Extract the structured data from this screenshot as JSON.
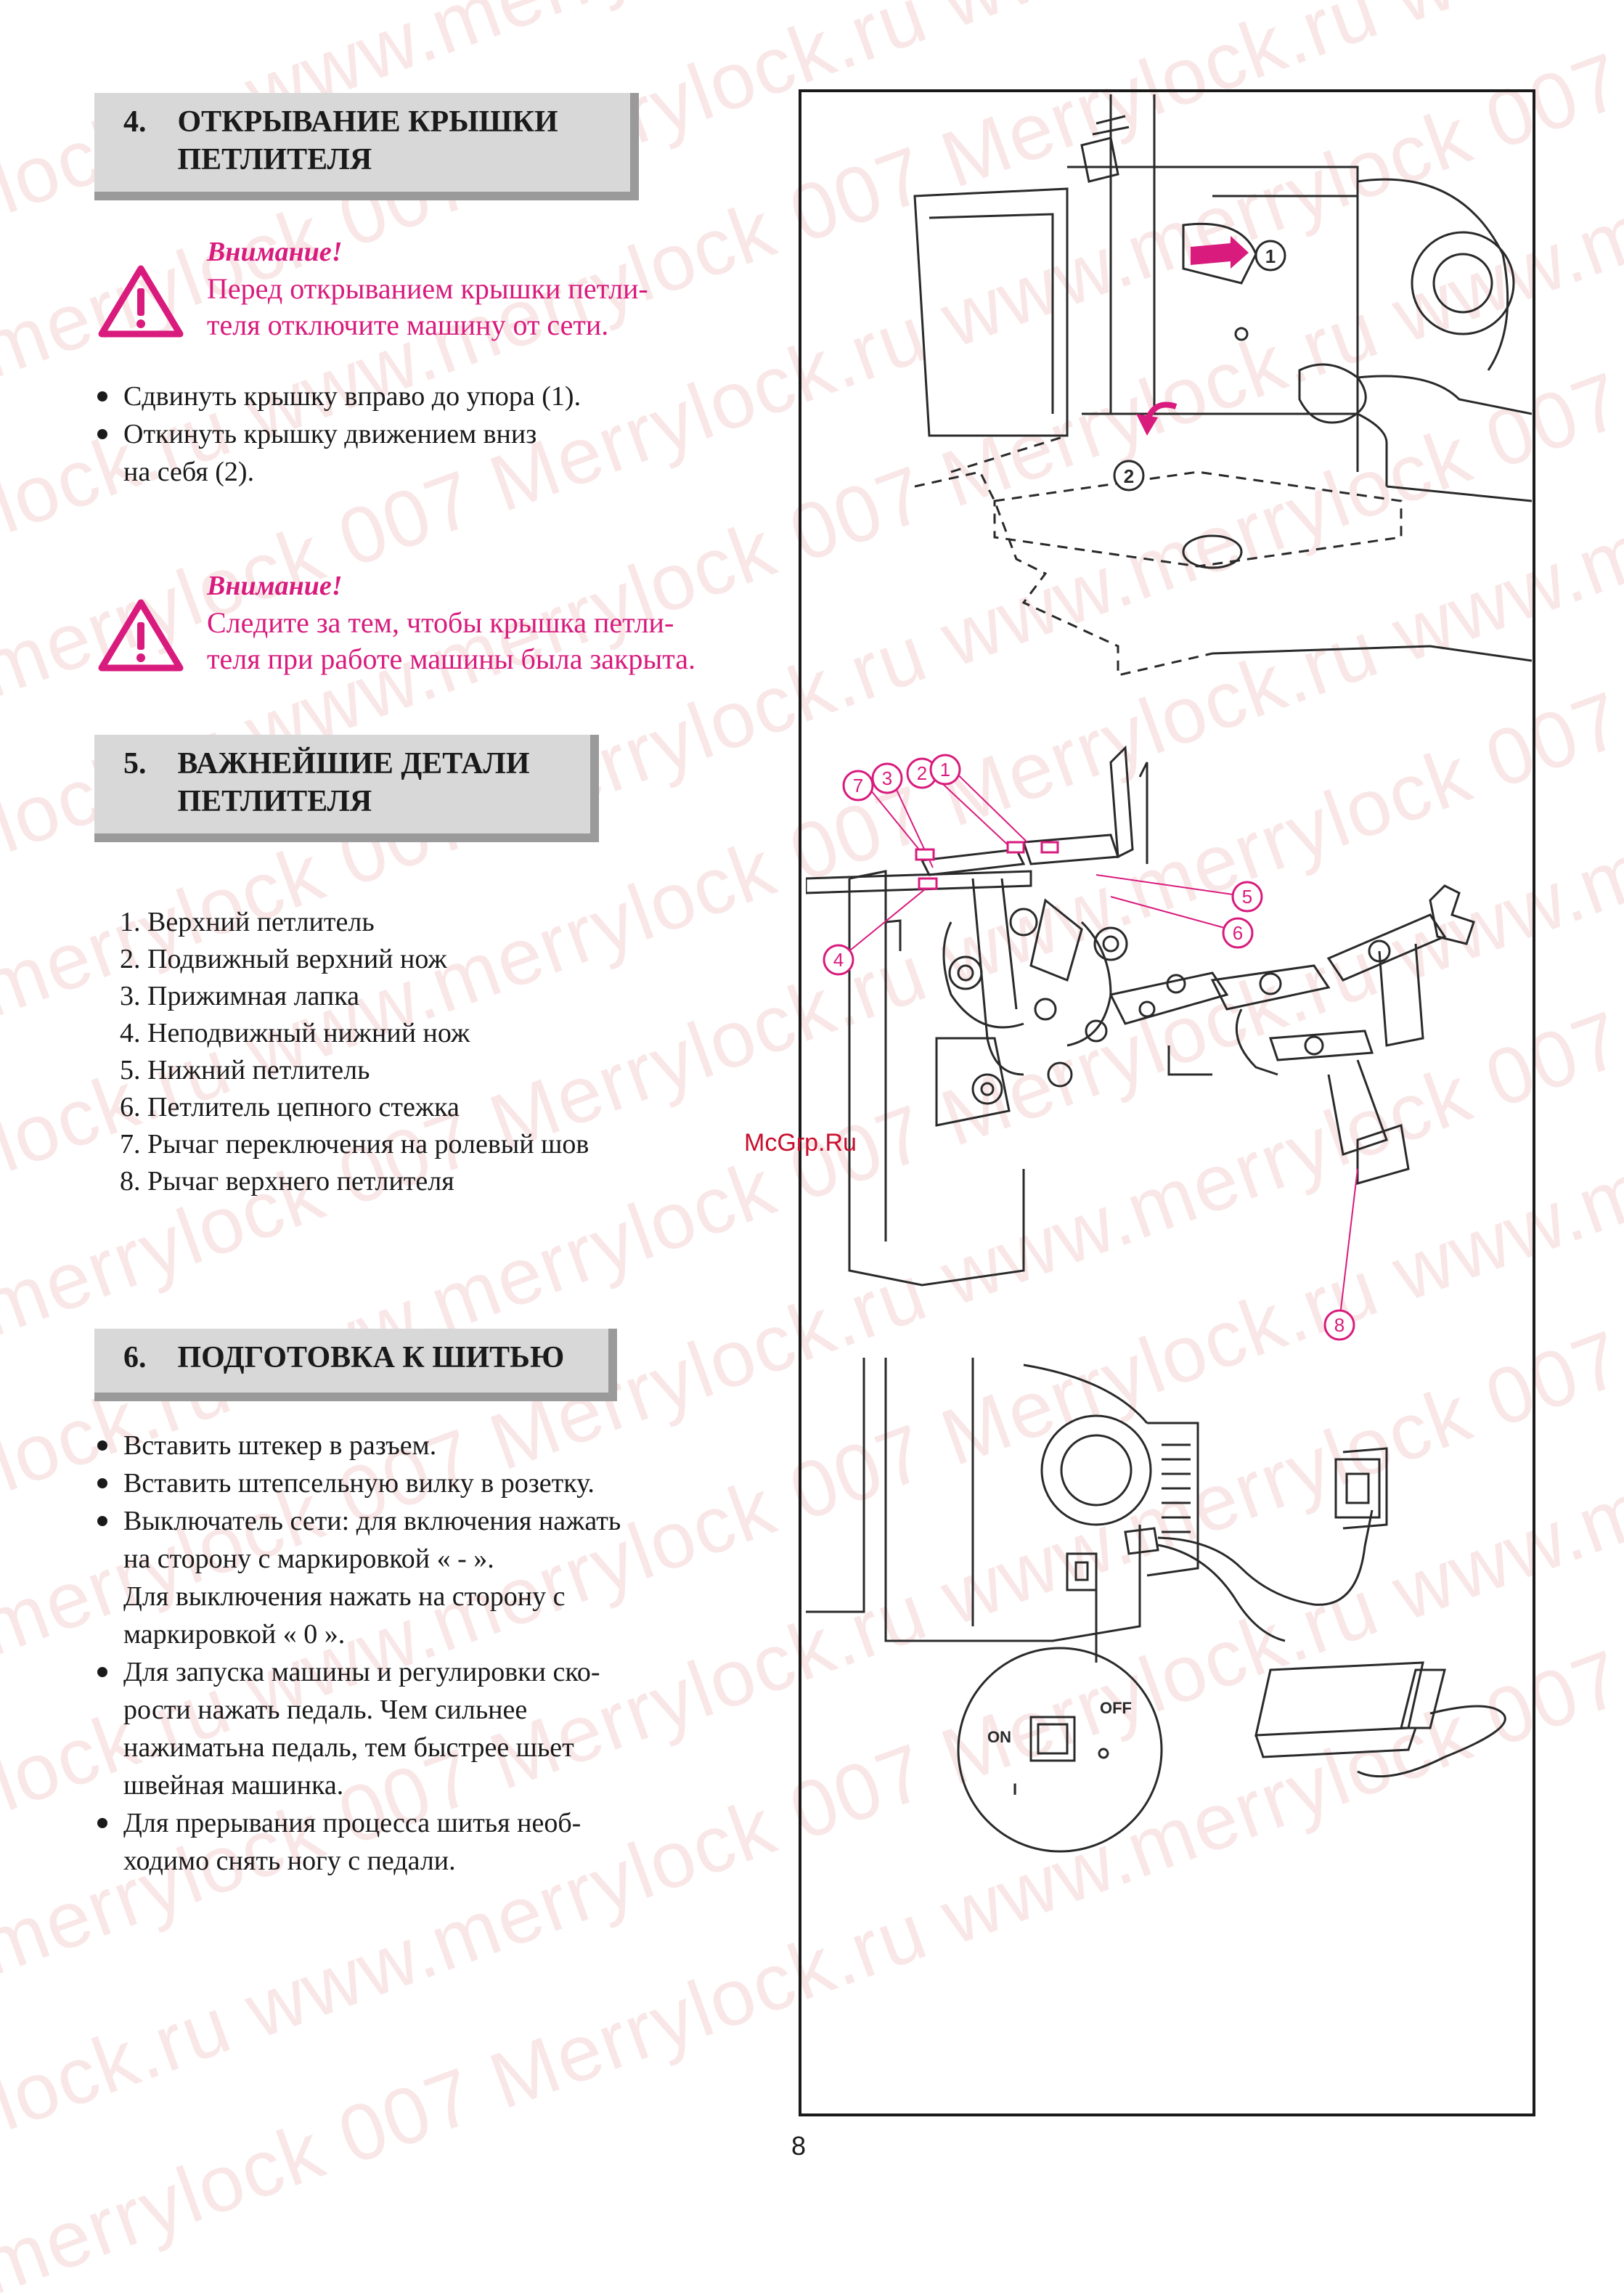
{
  "watermark": {
    "lines": [
      "Merrylock.ru  www.merrylock 007  Merrylock.ru  www.merrylock 007",
      "www.merrylock 007  Merrylock.ru  www.merrylock 007  Merrylock.ru",
      "Merrylock.ru  www.merrylock 007  Merrylock.ru  www.merrylock 007",
      "www.merrylock 007  Merrylock.ru  www.merrylock 007  Merrylock.ru",
      "Merrylock.ru  www.merrylock 007  Merrylock.ru  www.merrylock 007",
      "www.merrylock 007  Merrylock.ru  www.merrylock 007  Merrylock.ru",
      "Merrylock.ru  www.merrylock 007  Merrylock.ru  www.merrylock 007",
      "www.merrylock 007  Merrylock.ru  www.merrylock 007  Merrylock.ru",
      "Merrylock.ru  www.merrylock 007  Merrylock.ru  www.merrylock 007",
      "www.merrylock 007  Merrylock.ru  www.merrylock 007  Merrylock.ru",
      "Merrylock.ru  www.merrylock 007  Merrylock.ru  www.merrylock 007",
      "www.merrylock 007  Merrylock.ru  www.merrylock 007  Merrylock.ru",
      "Merrylock.ru  www.merrylock 007  Merrylock.ru  www.merrylock 007",
      "www.merrylock 007  Merrylock.ru  www.merrylock 007  Merrylock.ru"
    ]
  },
  "section4": {
    "number": "4.",
    "title_line1": "ОТКРЫВАНИЕ КРЫШКИ",
    "title_line2": "ПЕТЛИТЕЛЯ",
    "warning1": {
      "label": "Внимание!",
      "line1": "Перед открыванием крышки петли-",
      "line2": "теля отключите машину от сети."
    },
    "bullets": [
      "Сдвинуть крышку вправо до упора (1).",
      "Откинуть крышку движением вниз",
      "на себя (2)."
    ],
    "warning2": {
      "label": "Внимание!",
      "line1": "Следите за тем, чтобы крышка петли-",
      "line2": "теля при работе машины была закрыта."
    }
  },
  "section5": {
    "number": "5.",
    "title_line1": "ВАЖНЕЙШИЕ ДЕТАЛИ",
    "title_line2": "ПЕТЛИТЕЛЯ",
    "parts": [
      "1. Верхний петлитель",
      "2. Подвижный верхний нож",
      "3. Прижимная лапка",
      "4. Неподвижный нижний нож",
      "5. Нижний петлитель",
      "6. Петлитель цепного стежка",
      "7. Рычаг переключения на ролевый шов",
      "8. Рычаг верхнего петлителя"
    ]
  },
  "section6": {
    "number": "6.",
    "title": "ПОДГОТОВКА К ШИТЬЮ",
    "bullets": [
      [
        "Вставить штекер в разъем."
      ],
      [
        "Вставить штепсельную вилку в розетку."
      ],
      [
        "Выключатель сети: для включения нажать",
        "на сторону с маркировкой  « - ».",
        "Для  выключения  нажать  на  сторону с",
        "маркировкой « 0 »."
      ],
      [
        "Для запуска машины и регулировки ско-",
        "рости нажать педаль. Чем сильнее",
        "нажиматьна педаль, тем быстрее шьет",
        "швейная машинка."
      ],
      [
        "Для прерывания процесса шитья необ-",
        "ходимо снять ногу с  педали."
      ]
    ]
  },
  "figure1": {
    "callout1": "1",
    "callout2": "2"
  },
  "figure2": {
    "callouts": [
      "1",
      "2",
      "3",
      "4",
      "5",
      "6",
      "7",
      "8"
    ]
  },
  "figure3": {
    "on_label": "ON",
    "off_label": "OFF",
    "i_label": "I"
  },
  "mcgrp": "McGrp.Ru",
  "page_number": "8",
  "colors": {
    "accent": "#d81b7d",
    "heading_bg": "#d8d8d8",
    "heading_shadow": "#9a9a9a"
  }
}
